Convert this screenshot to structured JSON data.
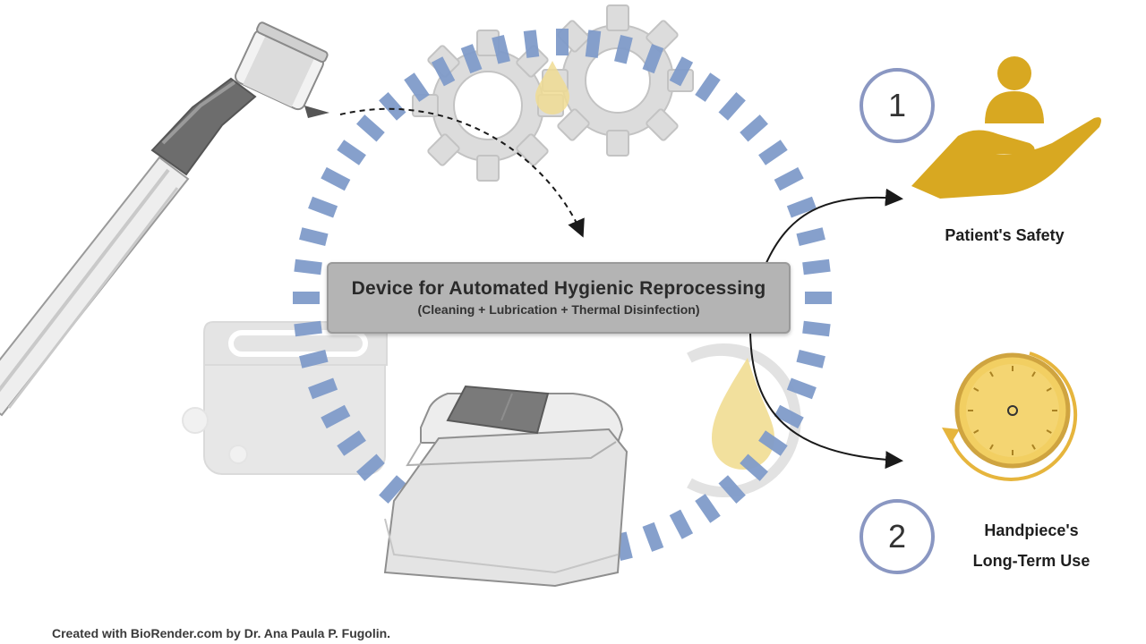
{
  "center": {
    "title": "Device for Automated Hygienic Reprocessing",
    "subtitle": "(Cleaning + Lubrication + Thermal Disinfection)"
  },
  "outcomes": [
    {
      "number": "1",
      "label": "Patient's Safety",
      "icon": "hand-holding-person-icon"
    },
    {
      "number": "2",
      "label_line1": "Handpiece's",
      "label_line2": "Long-Term Use",
      "icon": "clock-icon"
    }
  ],
  "illustrations": [
    "dental-handpiece-icon",
    "gears-icon",
    "oil-drop-icon",
    "ultrasonic-bath-icon",
    "reprocessing-device-icon",
    "flame-cycle-icon"
  ],
  "credit": "Created with BioRender.com by Dr. Ana Paula P. Fugolin.",
  "colors": {
    "ring": "#7f9bc9",
    "gold": "#d8a821",
    "center_box": "#b4b4b4",
    "number_circle": "#8a97c2"
  }
}
